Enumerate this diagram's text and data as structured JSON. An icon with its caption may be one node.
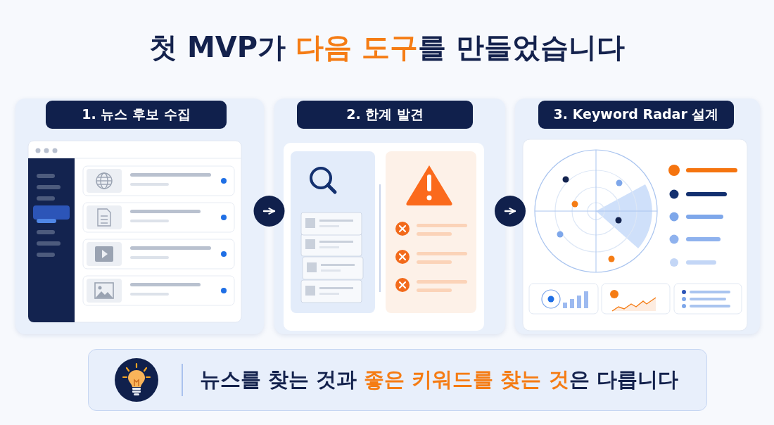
{
  "diagram": {
    "title": "첫 MVP가 **다음 도구**를 만들었습니다",
    "nodes": [
      {
        "text": [
          "1. 뉴스 후보 수집"
        ]
      },
      {
        "text": [
          "2. 한계 발견"
        ]
      },
      {
        "text": [
          "3. Keyword Radar 설계"
        ]
      },
      {
        "text": [
          "뉴스를 찾는 것과 **좋은 키워드를 찾는 것**은 다릅니다"
        ]
      }
    ],
    "edges": [
      {
        "from": 0,
        "to": 1,
        "arrow": "to"
      },
      {
        "from": 1,
        "to": 2,
        "arrow": "to"
      }
    ]
  }
}
